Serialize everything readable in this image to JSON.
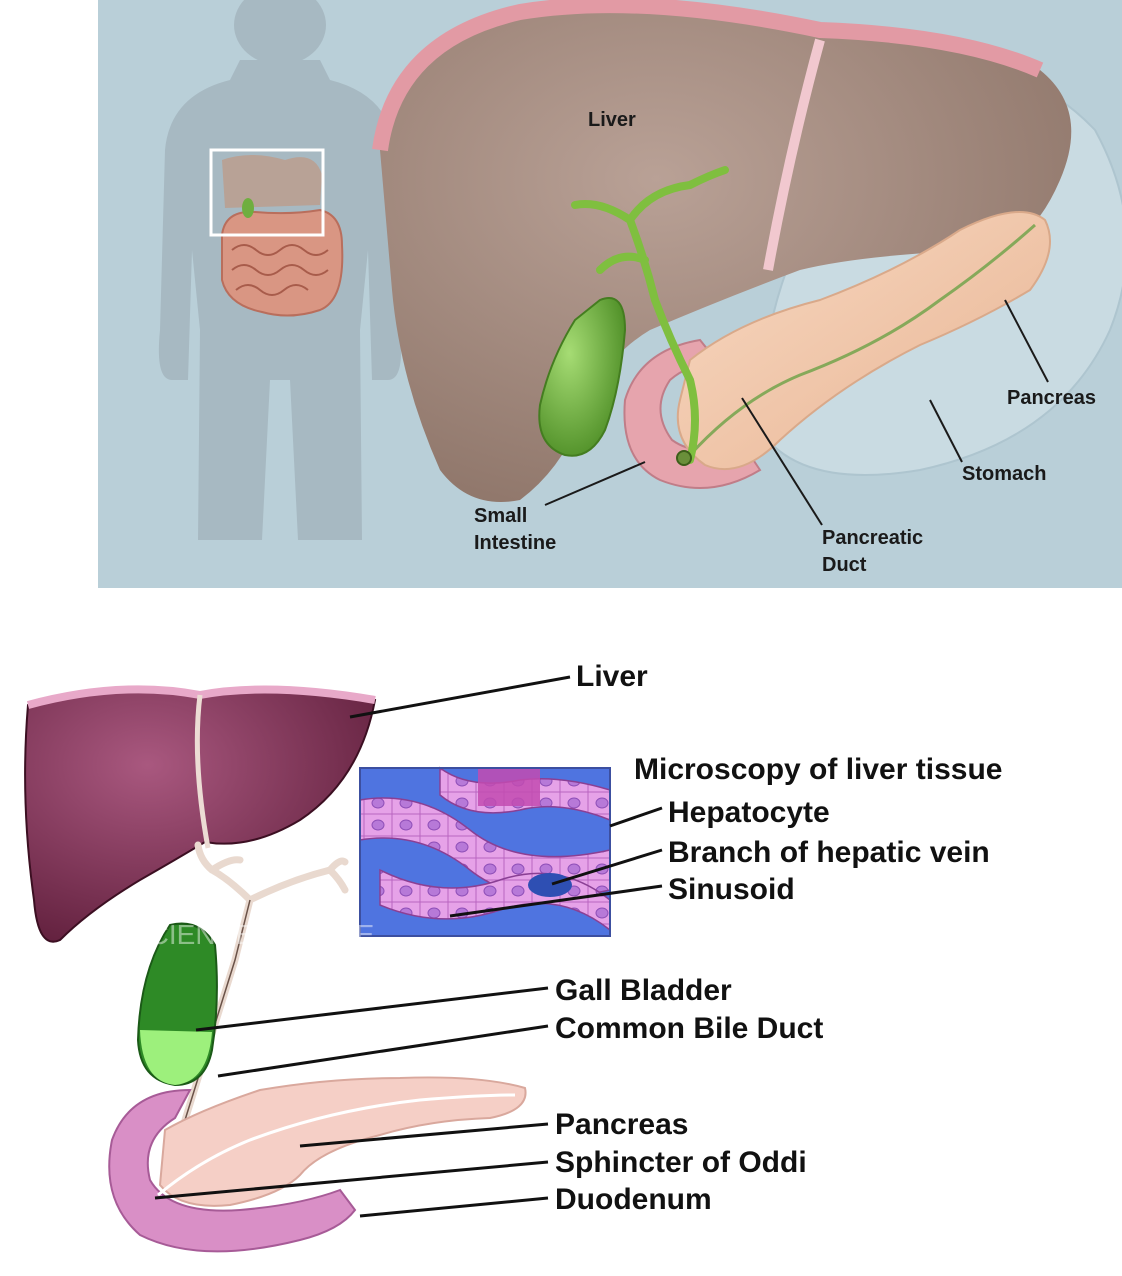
{
  "top_panel": {
    "labels": {
      "liver": "Liver",
      "pancreas": "Pancreas",
      "stomach": "Stomach",
      "small_intestine_line1": "Small",
      "small_intestine_line2": "Intestine",
      "pancreatic_duct_line1": "Pancreatic",
      "pancreatic_duct_line2": "Duct"
    }
  },
  "bottom_panel": {
    "labels": {
      "liver": "Liver",
      "microscopy_heading": "Microscopy of liver tissue",
      "hepatocyte": "Hepatocyte",
      "hepatic_vein_branch": "Branch of hepatic vein",
      "sinusoid": "Sinusoid",
      "gall_bladder": "Gall Bladder",
      "common_bile_duct": "Common Bile Duct",
      "pancreas": "Pancreas",
      "sphincter_of_oddi": "Sphincter of Oddi",
      "duodenum": "Duodenum"
    },
    "watermark": "SCIENCESOURCE"
  },
  "colors": {
    "top_background": "#b9cfd8",
    "silhouette": "#a7b9c2",
    "liver_top": "#9c8478",
    "gallbladder": "#6fae3f",
    "pancreas": "#f2c6a8",
    "liver_bottom": "#7a2a4c",
    "duodenum": "#d98fc6",
    "microscopy_vessel": "#4f74e0",
    "hepatocyte": "#e9a6ea"
  }
}
